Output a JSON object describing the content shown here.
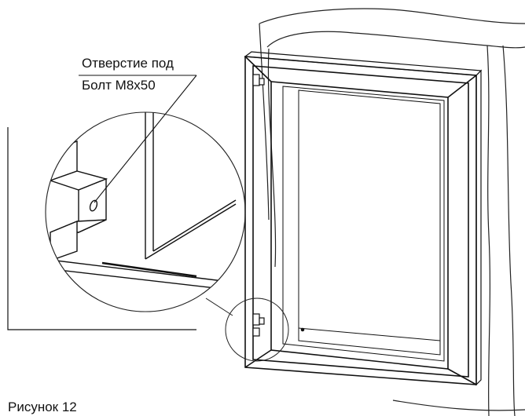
{
  "callout": {
    "line1": "Отверстие под",
    "line2": "Болт М8x50"
  },
  "caption": "Рисунок 12"
}
